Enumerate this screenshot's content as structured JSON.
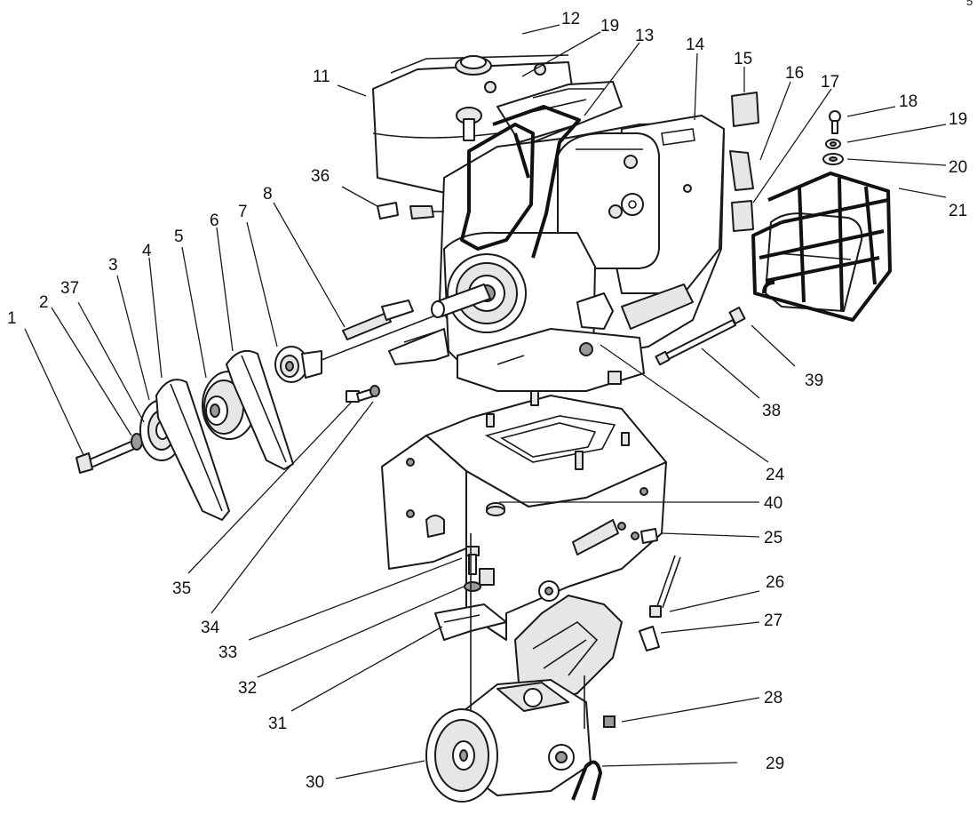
{
  "page_number": "5",
  "callouts": [
    {
      "id": "c1",
      "text": "1"
    },
    {
      "id": "c2",
      "text": "2"
    },
    {
      "id": "c37",
      "text": "37"
    },
    {
      "id": "c3",
      "text": "3"
    },
    {
      "id": "c4",
      "text": "4"
    },
    {
      "id": "c5",
      "text": "5"
    },
    {
      "id": "c6",
      "text": "6"
    },
    {
      "id": "c7",
      "text": "7"
    },
    {
      "id": "c8",
      "text": "8"
    },
    {
      "id": "c36",
      "text": "36"
    },
    {
      "id": "c11",
      "text": "11"
    },
    {
      "id": "c12",
      "text": "12"
    },
    {
      "id": "c19a",
      "text": "19"
    },
    {
      "id": "c13",
      "text": "13"
    },
    {
      "id": "c14",
      "text": "14"
    },
    {
      "id": "c15",
      "text": "15"
    },
    {
      "id": "c16",
      "text": "16"
    },
    {
      "id": "c17",
      "text": "17"
    },
    {
      "id": "c18",
      "text": "18"
    },
    {
      "id": "c19b",
      "text": "19"
    },
    {
      "id": "c20",
      "text": "20"
    },
    {
      "id": "c21",
      "text": "21"
    },
    {
      "id": "c39",
      "text": "39"
    },
    {
      "id": "c38",
      "text": "38"
    },
    {
      "id": "c24",
      "text": "24"
    },
    {
      "id": "c40",
      "text": "40"
    },
    {
      "id": "c25",
      "text": "25"
    },
    {
      "id": "c26",
      "text": "26"
    },
    {
      "id": "c27",
      "text": "27"
    },
    {
      "id": "c28",
      "text": "28"
    },
    {
      "id": "c29",
      "text": "29"
    },
    {
      "id": "c30",
      "text": "30"
    },
    {
      "id": "c31",
      "text": "31"
    },
    {
      "id": "c32",
      "text": "32"
    },
    {
      "id": "c33",
      "text": "33"
    },
    {
      "id": "c34",
      "text": "34"
    },
    {
      "id": "c35",
      "text": "35"
    }
  ]
}
